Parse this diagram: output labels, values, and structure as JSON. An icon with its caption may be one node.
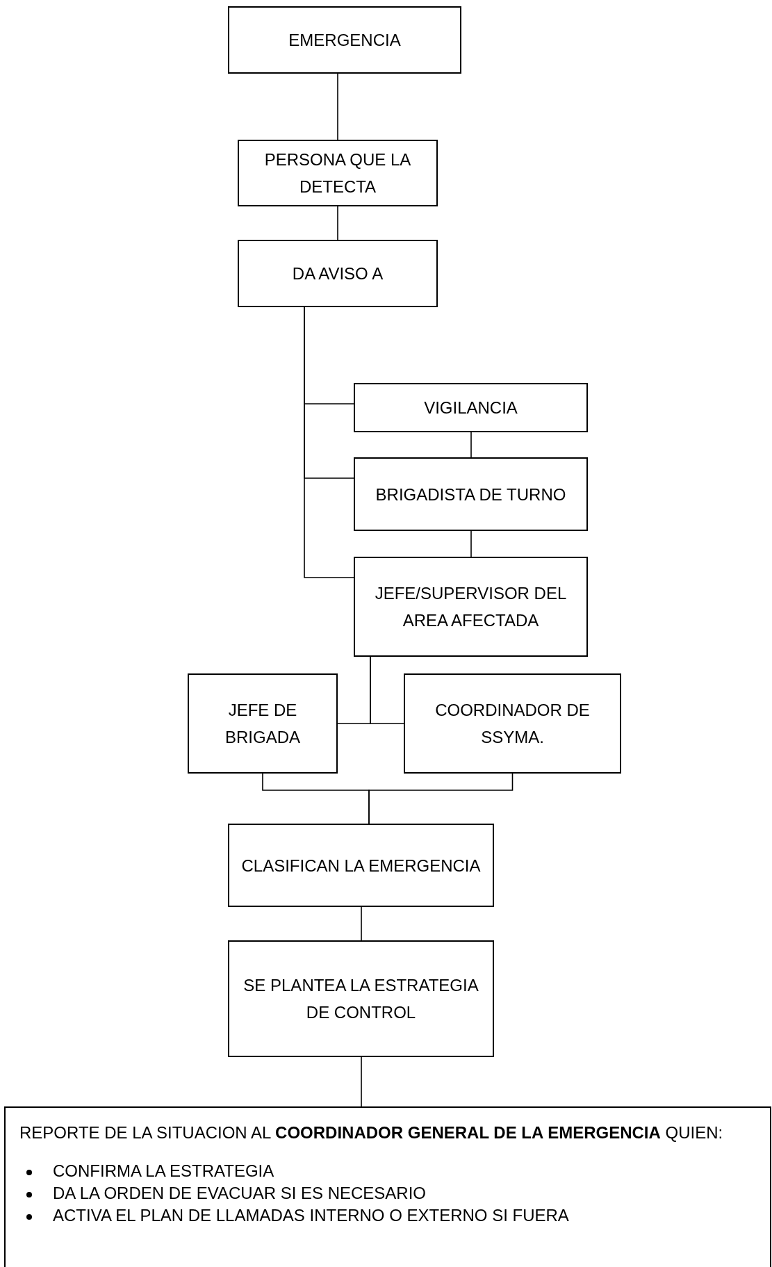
{
  "diagram": {
    "nodes": [
      {
        "text": [
          "EMERGENCIA"
        ]
      },
      {
        "text": [
          "PERSONA QUE LA DETECTA"
        ]
      },
      {
        "text": [
          "DA AVISO A"
        ]
      },
      {
        "text": [
          "VIGILANCIA"
        ]
      },
      {
        "text": [
          "BRIGADISTA DE TURNO"
        ]
      },
      {
        "text": [
          "JEFE/SUPERVISOR DEL AREA AFECTADA"
        ]
      },
      {
        "text": [
          "JEFE DE BRIGADA"
        ]
      },
      {
        "text": [
          "COORDINADOR DE SSYMA."
        ]
      },
      {
        "text": [
          "CLASIFICAN LA EMERGENCIA"
        ]
      },
      {
        "text": [
          "SE PLANTEA LA ESTRATEGIA DE CONTROL"
        ]
      },
      {
        "text": [
          "REPORTE DE LA SITUACION AL **COORDINADOR GENERAL DE LA EMERGENCIA** QUIEN:",
          "CONFIRMA LA ESTRATEGIA",
          "DA LA ORDEN DE EVACUAR SI ES NECESARIO",
          "ACTIVA EL PLAN DE LLAMADAS INTERNO O EXTERNO SI FUERA"
        ]
      }
    ],
    "edges": [
      {
        "from": 0,
        "to": 1,
        "arrow": "none"
      },
      {
        "from": 1,
        "to": 2,
        "arrow": "none"
      },
      {
        "from": 2,
        "to": 3,
        "arrow": "none"
      },
      {
        "from": 2,
        "to": 4,
        "arrow": "none"
      },
      {
        "from": 2,
        "to": 5,
        "arrow": "none"
      },
      {
        "from": 3,
        "to": 4,
        "arrow": "none"
      },
      {
        "from": 4,
        "to": 5,
        "arrow": "none"
      },
      {
        "from": 5,
        "to": 6,
        "arrow": "none"
      },
      {
        "from": 5,
        "to": 7,
        "arrow": "none"
      },
      {
        "from": 6,
        "to": 8,
        "arrow": "none"
      },
      {
        "from": 7,
        "to": 8,
        "arrow": "none"
      },
      {
        "from": 8,
        "to": 9,
        "arrow": "none"
      },
      {
        "from": 9,
        "to": 10,
        "arrow": "none"
      }
    ]
  }
}
